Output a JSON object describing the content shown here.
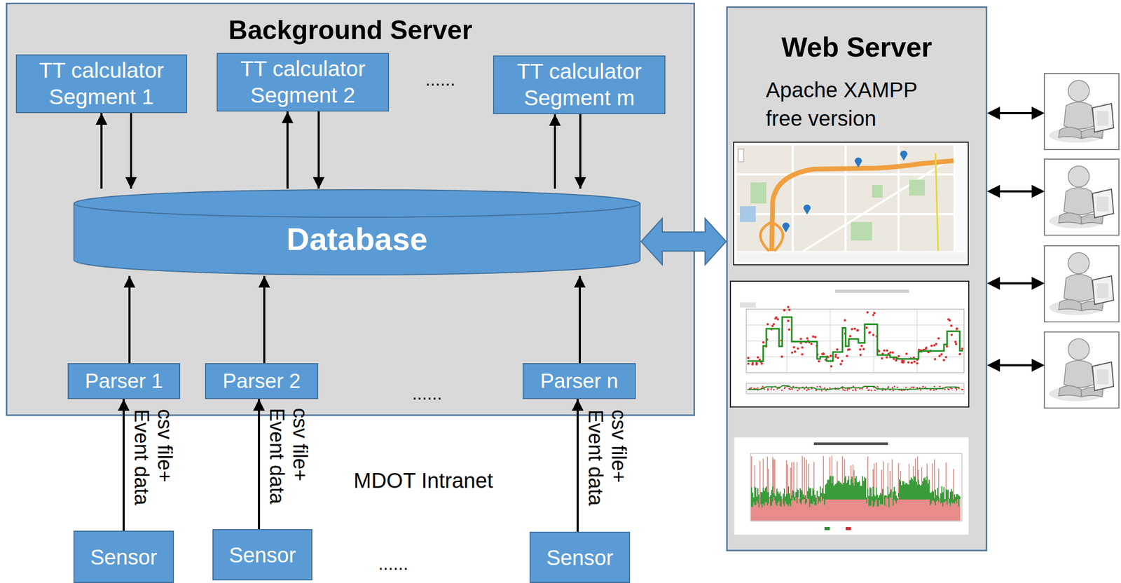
{
  "diagram": {
    "nodes": [
      {
        "text": [
          "Background Server"
        ]
      },
      {
        "text": [
          "TT calculator Segment 1"
        ],
        "in": 0
      },
      {
        "text": [
          "TT calculator Segment 2"
        ],
        "in": 0
      },
      {
        "text": [
          "TT calculator Segment m"
        ],
        "in": 0
      },
      {
        "text": [
          "Database"
        ],
        "in": 0
      },
      {
        "text": [
          "Parser 1"
        ],
        "in": 0
      },
      {
        "text": [
          "Parser 2"
        ],
        "in": 0
      },
      {
        "text": [
          "Parser n"
        ],
        "in": 0
      },
      {
        "text": [
          "Sensor"
        ]
      },
      {
        "text": [
          "Sensor"
        ]
      },
      {
        "text": [
          "Sensor"
        ]
      },
      {
        "text": [
          "Web Server",
          "Apache XAMPP free version"
        ]
      }
    ],
    "edges": [
      {
        "from": 4,
        "to": 1,
        "arrow": "to"
      },
      {
        "from": 1,
        "to": 4,
        "arrow": "to"
      },
      {
        "from": 4,
        "to": 2,
        "arrow": "to"
      },
      {
        "from": 2,
        "to": 4,
        "arrow": "to"
      },
      {
        "from": 4,
        "to": 3,
        "arrow": "to"
      },
      {
        "from": 3,
        "to": 4,
        "arrow": "to"
      },
      {
        "from": 5,
        "to": 4,
        "arrow": "to"
      },
      {
        "from": 6,
        "to": 4,
        "arrow": "to"
      },
      {
        "from": 7,
        "to": 4,
        "arrow": "to"
      },
      {
        "from": 8,
        "to": 5,
        "label": "csv file+ Event data",
        "arrow": "to"
      },
      {
        "from": 9,
        "to": 6,
        "label": "csv file+ Event data",
        "arrow": "to"
      },
      {
        "from": 10,
        "to": 7,
        "label": "csv file+ Event data",
        "arrow": "to"
      },
      {
        "from": 4,
        "to": 11,
        "arrow": "both"
      }
    ],
    "labels": [
      "......",
      "......",
      "......",
      "MDOT Intranet"
    ]
  }
}
